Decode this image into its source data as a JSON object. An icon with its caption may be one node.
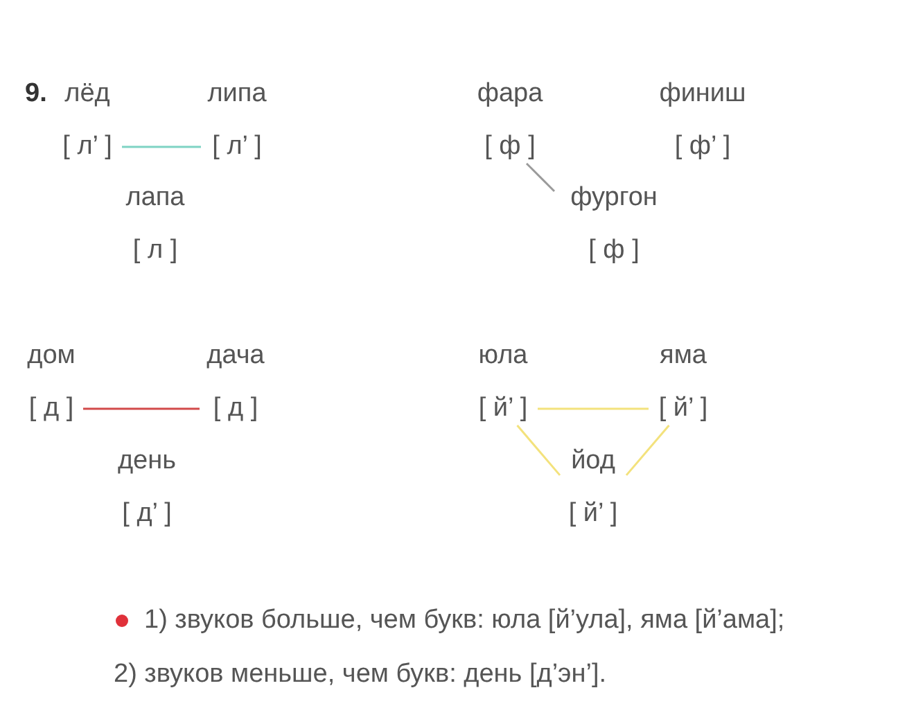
{
  "diagram": {
    "nodes": [
      {
        "text": [
          "лёд",
          "[ л’ ]"
        ]
      },
      {
        "text": [
          "липа",
          "[ л’ ]"
        ]
      },
      {
        "text": [
          "лапа",
          "[ л ]"
        ]
      },
      {
        "text": [
          "фара",
          "[ ф ]"
        ]
      },
      {
        "text": [
          "финиш",
          "[ ф’ ]"
        ]
      },
      {
        "text": [
          "фургон",
          "[ ф ]"
        ]
      },
      {
        "text": [
          "дом",
          "[ д ]"
        ]
      },
      {
        "text": [
          "дача",
          "[ д ]"
        ]
      },
      {
        "text": [
          "день",
          "[ д’ ]"
        ]
      },
      {
        "text": [
          "юла",
          "[ й’ ]"
        ]
      },
      {
        "text": [
          "яма",
          "[ й’ ]"
        ]
      },
      {
        "text": [
          "йод",
          "[ й’ ]"
        ]
      }
    ],
    "edges": [
      {
        "from": 0,
        "to": 1,
        "arrow": "none",
        "color": "#7fd3c4"
      },
      {
        "from": 3,
        "to": 5,
        "arrow": "none",
        "color": "#9a9a9a"
      },
      {
        "from": 6,
        "to": 7,
        "arrow": "none",
        "color": "#d24a4a"
      },
      {
        "from": 9,
        "to": 10,
        "arrow": "none",
        "color": "#f3e27c"
      },
      {
        "from": 9,
        "to": 11,
        "arrow": "none",
        "color": "#f3e27c"
      },
      {
        "from": 10,
        "to": 11,
        "arrow": "none",
        "color": "#f3e27c"
      }
    ],
    "labels": [
      "9.",
      "1) звуков больше, чем букв: юла [й’ула], яма [й’ама];",
      "2) звуков меньше, чем букв: день [д’эн’]."
    ]
  }
}
